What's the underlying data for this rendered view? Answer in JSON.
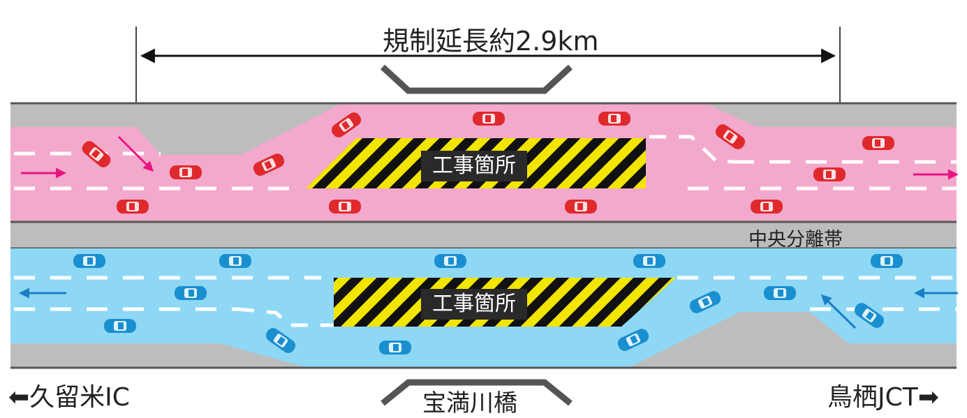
{
  "header": {
    "length_label": "規制延長約2.9km"
  },
  "upper_road": {
    "work_zone_label": "工事箇所"
  },
  "median": {
    "label": "中央分離帯"
  },
  "lower_road": {
    "work_zone_label": "工事箇所"
  },
  "bridge": {
    "label": "宝満川橋"
  },
  "directions": {
    "left": "⬅久留米IC",
    "right": "鳥栖JCT➡"
  },
  "colors": {
    "upper_road": "#f3a9cc",
    "lower_road": "#8ed8f5",
    "shoulder_gray": "#bdbdbd",
    "hazard_yellow": "#f2e500",
    "red_car": "#e0292d",
    "blue_car": "#1a8fd0",
    "magenta_arrow": "#e8157f",
    "blue_arrow": "#1a7fc4"
  }
}
